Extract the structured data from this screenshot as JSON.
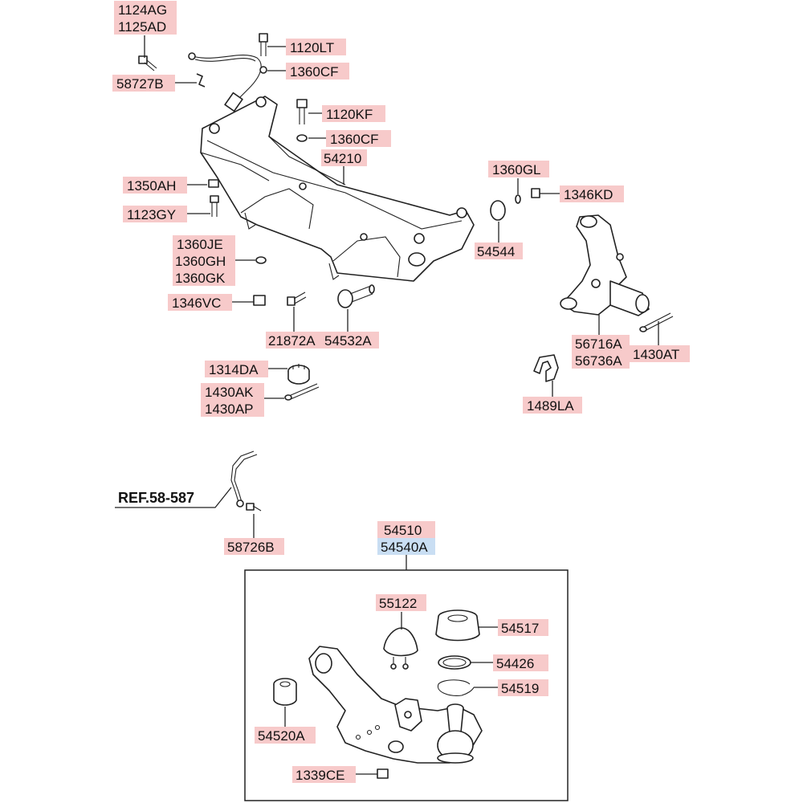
{
  "colors": {
    "label_bg": "#f7caca",
    "label_bg_alt": "#c9def3",
    "line": "#222222"
  },
  "labels": {
    "p1124AG": "1124AG",
    "p1125AD": "1125AD",
    "p58727B": "58727B",
    "p1120LT": "1120LT",
    "p1360CF_a": "1360CF",
    "p1120KF": "1120KF",
    "p1360CF_b": "1360CF",
    "p54210": "54210",
    "p1360GL": "1360GL",
    "p1346KD": "1346KD",
    "p1350AH": "1350AH",
    "p1123GY": "1123GY",
    "p54544": "54544",
    "p1360JE": "1360JE",
    "p1360GH": "1360GH",
    "p1360GK": "1360GK",
    "p1346VC": "1346VC",
    "p21872A": "21872A",
    "p54532A": "54532A",
    "p56716A": "56716A",
    "p56736A": "56736A",
    "p1430AT": "1430AT",
    "p1314DA": "1314DA",
    "p1430AK": "1430AK",
    "p1430AP": "1430AP",
    "p1489LA": "1489LA",
    "ref58587": "REF.58-587",
    "p58726B": "58726B",
    "p54510": "54510",
    "p54540A": "54540A",
    "p55122": "55122",
    "p54517": "54517",
    "p54426": "54426",
    "p54519": "54519",
    "p54520A": "54520A",
    "p1339CE": "1339CE"
  }
}
